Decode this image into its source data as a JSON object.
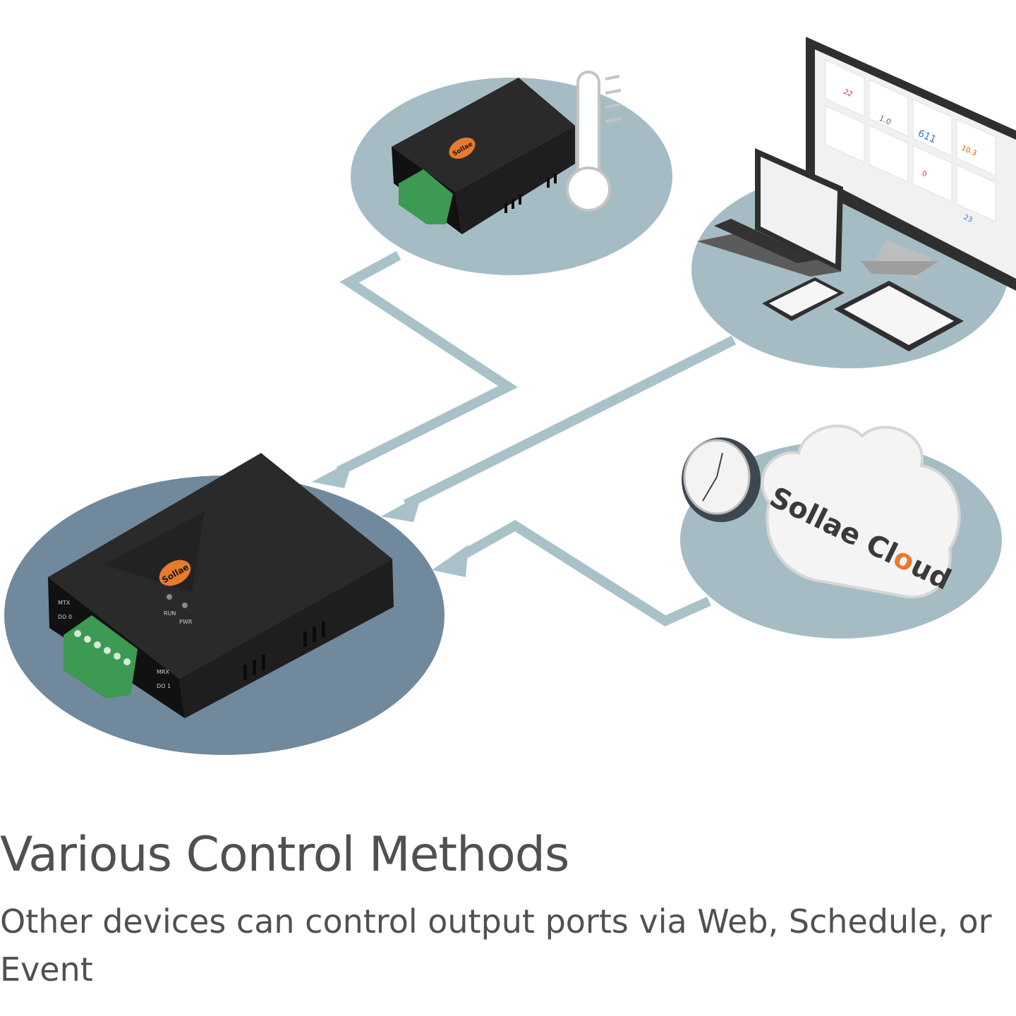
{
  "device_main": {
    "logo_text": "Sollae",
    "led_labels": [
      "RUN",
      "PWR"
    ],
    "port_labels": [
      "MTX",
      "DO 0",
      "MRX",
      "DO 1"
    ]
  },
  "device_sensor": {
    "logo_text": "Sollae"
  },
  "cloud": {
    "label_before": "Sollae Cl",
    "label_accent": "o",
    "label_after": "ud",
    "accent_color": "#e87a2c"
  },
  "dashboard": {
    "readings": [
      "22",
      "1.0",
      "611",
      "10.3",
      "0",
      "23"
    ]
  },
  "headline": "Various Control Methods",
  "subline": "Other devices can control output ports via Web, Schedule, or Event",
  "colors": {
    "bubble": "#a5bcc4",
    "bubble_main": "#71899c",
    "arrow": "#a9c2ca",
    "device": "#1c1c1c",
    "terminal": "#3c9a52",
    "text": "#505050"
  }
}
